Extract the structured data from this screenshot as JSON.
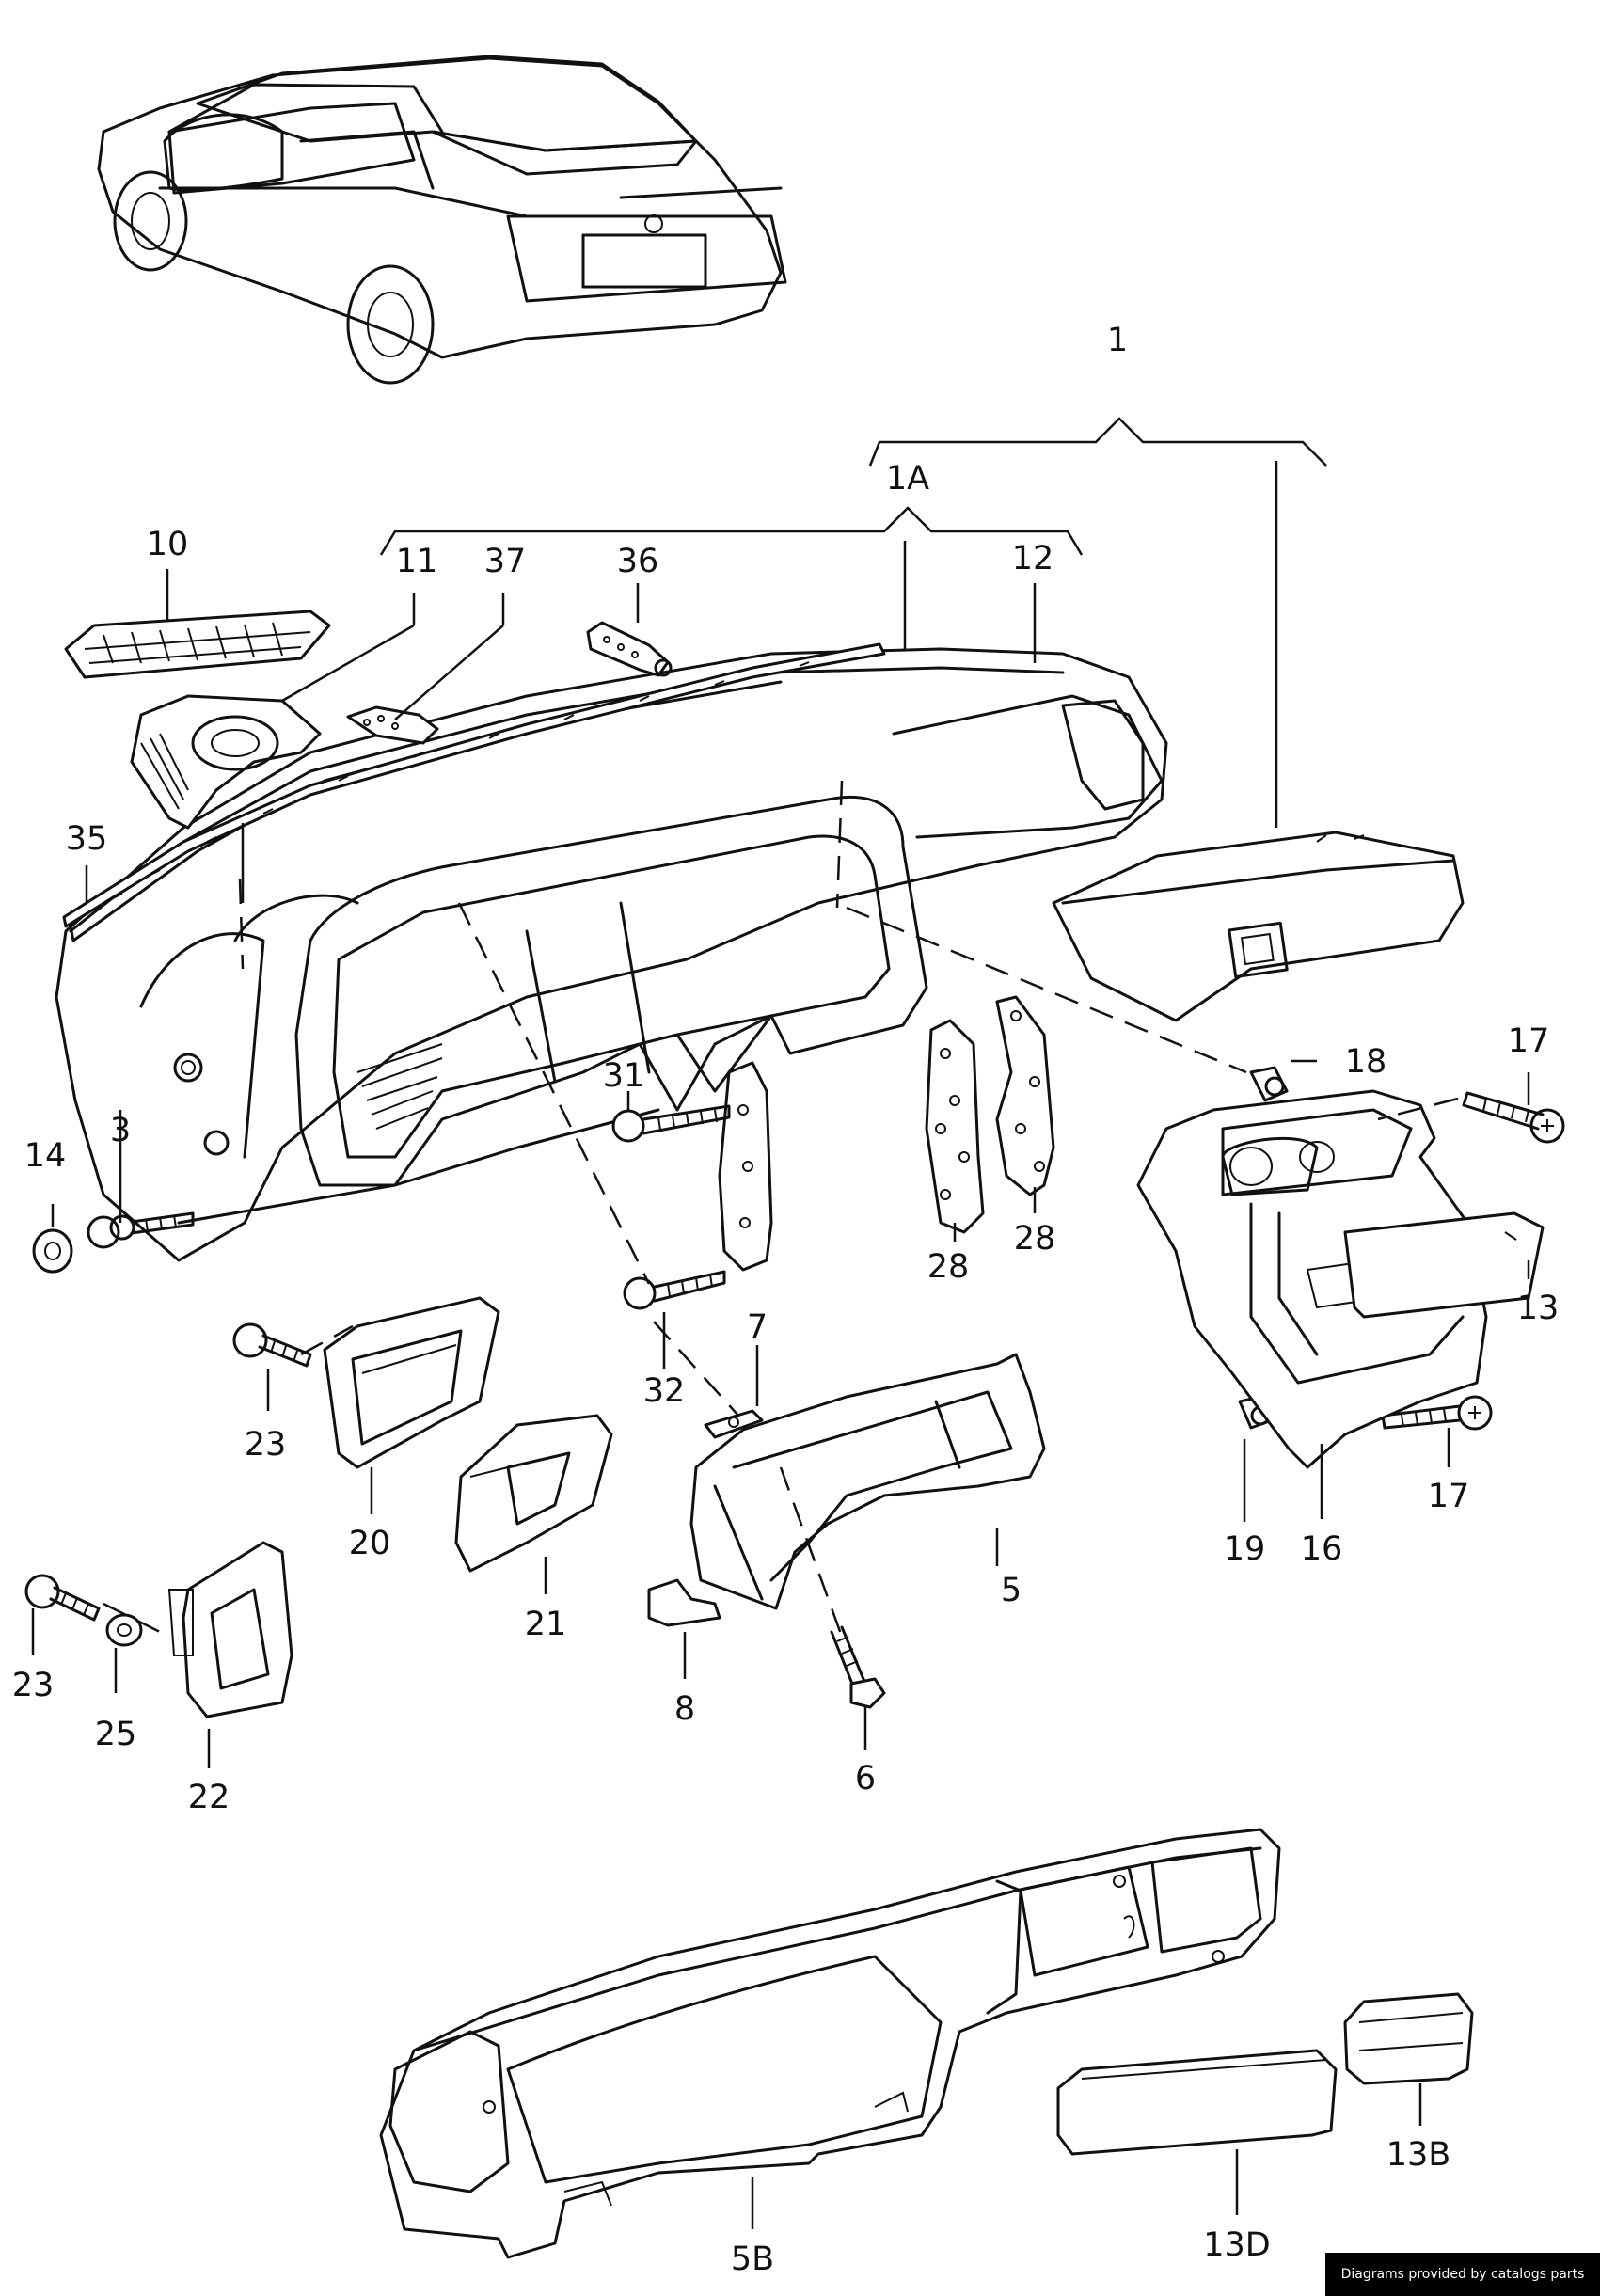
{
  "labels": {
    "p1": "1",
    "p1a": "1A",
    "p3": "3",
    "p5": "5",
    "p5b": "5B",
    "p6": "6",
    "p7": "7",
    "p8": "8",
    "p10": "10",
    "p11": "11",
    "p12": "12",
    "p13": "13",
    "p13b": "13B",
    "p13d": "13D",
    "p14": "14",
    "p16": "16",
    "p17a": "17",
    "p17b": "17",
    "p18": "18",
    "p19": "19",
    "p20": "20",
    "p21": "21",
    "p22": "22",
    "p23a": "23",
    "p23b": "23",
    "p25": "25",
    "p28a": "28",
    "p28b": "28",
    "p31": "31",
    "p32": "32",
    "p35": "35",
    "p36": "36",
    "p37": "37"
  },
  "credit": "Diagrams provided by catalogs parts"
}
